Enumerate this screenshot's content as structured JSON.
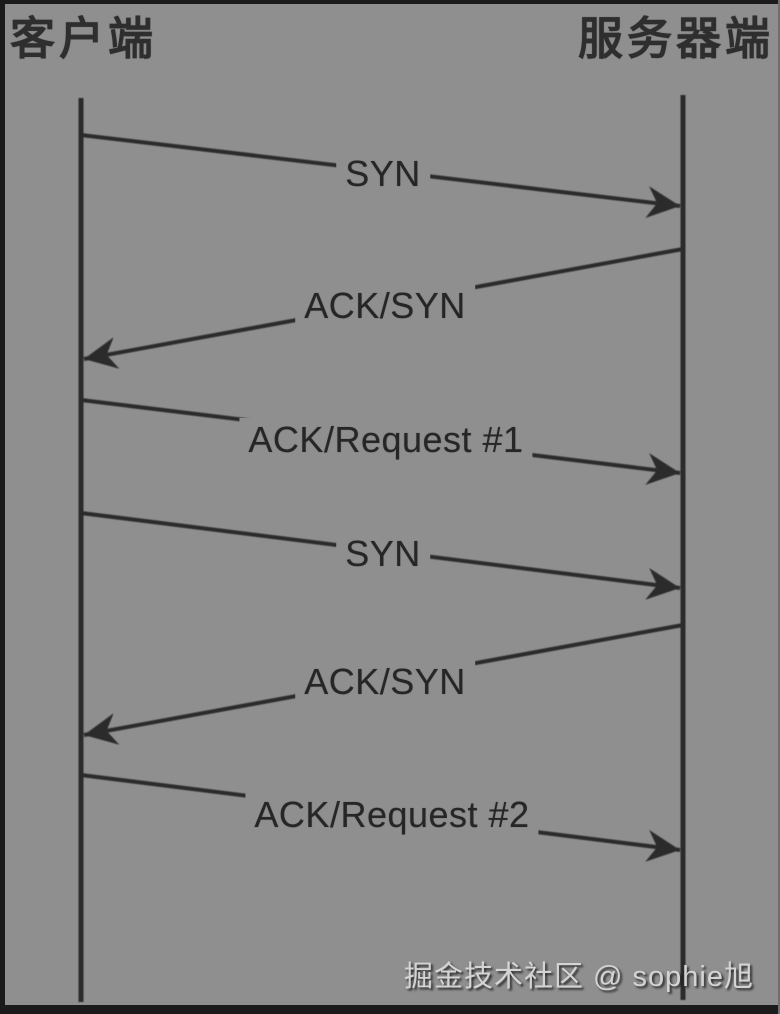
{
  "diagram": {
    "type": "sequence-diagram",
    "client_label": "客户端",
    "server_label": "服务器端",
    "messages": [
      {
        "label": "SYN",
        "from": "client",
        "to": "server"
      },
      {
        "label": "ACK/SYN",
        "from": "server",
        "to": "client"
      },
      {
        "label": "ACK/Request #1",
        "from": "client",
        "to": "server"
      },
      {
        "label": "SYN",
        "from": "client",
        "to": "server"
      },
      {
        "label": "ACK/SYN",
        "from": "server",
        "to": "client"
      },
      {
        "label": "ACK/Request #2",
        "from": "client",
        "to": "server"
      }
    ],
    "colors": {
      "background": "#8f8f8f",
      "line": "#2b2b2b",
      "border": "#1b1b1b",
      "watermark_text": "#d4d4d4"
    }
  },
  "watermark": {
    "text": "掘金技术社区 @ sophie旭"
  }
}
